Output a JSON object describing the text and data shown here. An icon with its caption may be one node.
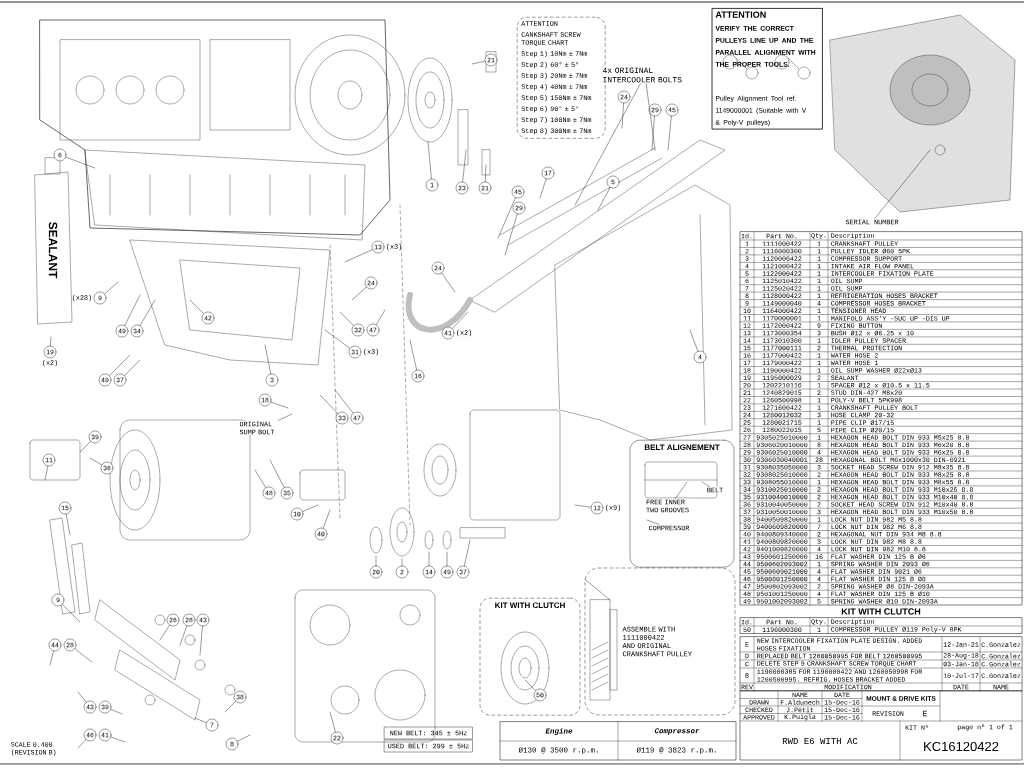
{
  "diagram": {
    "nodes": [
      {
        "text": [
          "ATTENTION",
          "CANKSHAFT SCREW TORQUE CHART",
          "Step 1) 10Nm ± 7Nm",
          "Step 2) 60° ± 5°",
          "Step 3) 20Nm ± 7Nm",
          "Step 4) 40Nm ± 7Nm",
          "Step 5) 150Nm ± 7Nm",
          "Step 6) 90° ± 5°",
          "Step 7) 100Nm ± 7Nm",
          "Step 8) 300Nm ± 7Nm"
        ]
      },
      {
        "text": [
          "4x ORIGINAL INTERCOOLER BOLTS"
        ]
      },
      {
        "text": [
          "ATTENTION",
          "VERIFY THE CORRECT PULLEYS LINE UP AND THE PARALLEL ALIGNMENT WITH THE PROPER TOOLS.",
          "Pulley Alignment Tool ref. 1149000001 (Suitable with V & Poly-V pulleys)"
        ]
      },
      {
        "text": [
          "SERIAL NUMBER"
        ]
      },
      {
        "text": [
          "21"
        ]
      },
      {
        "text": [
          "24"
        ]
      },
      {
        "text": [
          "29"
        ]
      },
      {
        "text": [
          "45"
        ]
      },
      {
        "text": [
          "6"
        ]
      },
      {
        "text": [
          "17"
        ]
      },
      {
        "text": [
          "1"
        ]
      },
      {
        "text": [
          "23"
        ]
      },
      {
        "text": [
          "21"
        ]
      },
      {
        "text": [
          "5"
        ]
      },
      {
        "text": [
          "45"
        ]
      },
      {
        "text": [
          "29"
        ]
      },
      {
        "text": [
          "13"
        ],
        "beside": [
          "(x3)"
        ]
      },
      {
        "text": [
          "9"
        ],
        "beside": [
          "(x28)"
        ]
      },
      {
        "text": [
          "24"
        ]
      },
      {
        "text": [
          "24"
        ]
      },
      {
        "text": [
          "42"
        ]
      },
      {
        "text": [
          "19"
        ],
        "beside": [
          "(x2)"
        ]
      },
      {
        "text": [
          "49"
        ]
      },
      {
        "text": [
          "34"
        ]
      },
      {
        "text": [
          "32"
        ]
      },
      {
        "text": [
          "47"
        ]
      },
      {
        "text": [
          "41"
        ],
        "beside": [
          "(x2)"
        ]
      },
      {
        "text": [
          "31"
        ],
        "beside": [
          "(x3)"
        ]
      },
      {
        "text": [
          "16"
        ]
      },
      {
        "text": [
          "4"
        ]
      },
      {
        "text": [
          "49"
        ]
      },
      {
        "text": [
          "37"
        ]
      },
      {
        "text": [
          "3"
        ]
      },
      {
        "text": [
          "18"
        ]
      },
      {
        "text": [
          "ORIGINAL SUMP BOLT"
        ]
      },
      {
        "text": [
          "33"
        ]
      },
      {
        "text": [
          "47"
        ]
      },
      {
        "text": [
          "39"
        ]
      },
      {
        "text": [
          "11"
        ]
      },
      {
        "text": [
          "36"
        ]
      },
      {
        "text": [
          "48"
        ]
      },
      {
        "text": [
          "35"
        ]
      },
      {
        "text": [
          "15"
        ]
      },
      {
        "text": [
          "10"
        ]
      },
      {
        "text": [
          "BELT ALIGNEMENT"
        ]
      },
      {
        "text": [
          "BELT"
        ],
        "in": 44
      },
      {
        "text": [
          "FREE INNER TWO GROOVES"
        ],
        "in": 44
      },
      {
        "text": [
          "COMPRESSOR"
        ],
        "in": 44
      },
      {
        "text": [
          "12"
        ],
        "beside": [
          "(x9)"
        ]
      },
      {
        "text": [
          "40"
        ]
      },
      {
        "text": [
          "20"
        ]
      },
      {
        "text": [
          "2"
        ]
      },
      {
        "text": [
          "14"
        ]
      },
      {
        "text": [
          "49"
        ]
      },
      {
        "text": [
          "37"
        ]
      },
      {
        "text": [
          "26"
        ]
      },
      {
        "text": [
          "28"
        ]
      },
      {
        "text": [
          "43"
        ]
      },
      {
        "text": [
          "9"
        ]
      },
      {
        "text": [
          "44"
        ]
      },
      {
        "text": [
          "28"
        ]
      },
      {
        "text": [
          "KIT WITH CLUTCH"
        ]
      },
      {
        "text": [
          "50"
        ],
        "in": 61
      },
      {
        "text": [
          "ASSEMBLE WITH 1111000422 AND ORIGINAL CRANKSHAFT PULLEY"
        ]
      },
      {
        "text": [
          "38"
        ]
      },
      {
        "text": [
          "43"
        ]
      },
      {
        "text": [
          "39"
        ]
      },
      {
        "text": [
          "7"
        ]
      },
      {
        "text": [
          "46"
        ]
      },
      {
        "text": [
          "41"
        ]
      },
      {
        "text": [
          "22"
        ]
      },
      {
        "text": [
          "8"
        ]
      }
    ],
    "edges": [
      {
        "from": 1,
        "to": null,
        "arrow": "none"
      },
      {
        "from": 1,
        "to": null,
        "arrow": "none"
      },
      {
        "from": 3,
        "to": null,
        "arrow": "none"
      },
      {
        "from": 4,
        "to": null,
        "arrow": "none"
      },
      {
        "from": 5,
        "to": null,
        "arrow": "none"
      },
      {
        "from": 6,
        "to": null,
        "arrow": "none"
      },
      {
        "from": 7,
        "to": null,
        "arrow": "none"
      },
      {
        "from": 8,
        "to": null,
        "arrow": "none"
      },
      {
        "from": 9,
        "to": null,
        "arrow": "none"
      },
      {
        "from": 10,
        "to": null,
        "arrow": "none"
      },
      {
        "from": 11,
        "to": null,
        "arrow": "none"
      },
      {
        "from": 12,
        "to": null,
        "arrow": "none"
      },
      {
        "from": 13,
        "to": null,
        "arrow": "none"
      },
      {
        "from": 14,
        "to": null,
        "arrow": "none"
      },
      {
        "from": 15,
        "to": null,
        "arrow": "none"
      },
      {
        "from": 16,
        "to": null,
        "arrow": "none"
      },
      {
        "from": 17,
        "to": null,
        "arrow": "none"
      },
      {
        "from": 18,
        "to": null,
        "arrow": "none"
      },
      {
        "from": 19,
        "to": null,
        "arrow": "none"
      },
      {
        "from": 20,
        "to": null,
        "arrow": "none"
      },
      {
        "from": 21,
        "to": null,
        "arrow": "none"
      },
      {
        "from": 22,
        "to": null,
        "arrow": "none"
      },
      {
        "from": 23,
        "to": null,
        "arrow": "none"
      },
      {
        "from": 24,
        "to": null,
        "arrow": "none"
      },
      {
        "from": 25,
        "to": null,
        "arrow": "none"
      },
      {
        "from": 26,
        "to": null,
        "arrow": "none"
      },
      {
        "from": 27,
        "to": null,
        "arrow": "none"
      },
      {
        "from": 28,
        "to": null,
        "arrow": "none"
      },
      {
        "from": 29,
        "to": null,
        "arrow": "none"
      },
      {
        "from": 30,
        "to": null,
        "arrow": "none"
      },
      {
        "from": 31,
        "to": null,
        "arrow": "none"
      },
      {
        "from": 32,
        "to": null,
        "arrow": "none"
      },
      {
        "from": 33,
        "to": null,
        "arrow": "none"
      },
      {
        "from": 34,
        "to": null,
        "arrow": "none"
      },
      {
        "from": 35,
        "to": null,
        "arrow": "none"
      },
      {
        "from": 36,
        "to": null,
        "arrow": "none"
      },
      {
        "from": 37,
        "to": null,
        "arrow": "none"
      },
      {
        "from": 38,
        "to": null,
        "arrow": "none"
      },
      {
        "from": 39,
        "to": null,
        "arrow": "none"
      },
      {
        "from": 40,
        "to": null,
        "arrow": "none"
      },
      {
        "from": 41,
        "to": null,
        "arrow": "none"
      },
      {
        "from": 42,
        "to": null,
        "arrow": "none"
      },
      {
        "from": 43,
        "to": null,
        "arrow": "none"
      },
      {
        "from": 45,
        "to": null,
        "arrow": "none"
      },
      {
        "from": 46,
        "to": null,
        "arrow": "none"
      },
      {
        "from": 47,
        "to": null,
        "arrow": "none"
      },
      {
        "from": 48,
        "to": null,
        "arrow": "none"
      },
      {
        "from": 49,
        "to": null,
        "arrow": "none"
      },
      {
        "from": 50,
        "to": null,
        "arrow": "none"
      },
      {
        "from": 51,
        "to": null,
        "arrow": "none"
      },
      {
        "from": 52,
        "to": null,
        "arrow": "none"
      },
      {
        "from": 53,
        "to": null,
        "arrow": "none"
      },
      {
        "from": 54,
        "to": null,
        "arrow": "none"
      },
      {
        "from": 55,
        "to": null,
        "arrow": "none"
      },
      {
        "from": 56,
        "to": null,
        "arrow": "none"
      },
      {
        "from": 57,
        "to": null,
        "arrow": "none"
      },
      {
        "from": 58,
        "to": null,
        "arrow": "none"
      },
      {
        "from": 59,
        "to": null,
        "arrow": "none"
      },
      {
        "from": 60,
        "to": null,
        "arrow": "none"
      },
      {
        "from": 62,
        "to": null,
        "arrow": "none"
      },
      {
        "from": 63,
        "to": null,
        "arrow": "none"
      },
      {
        "from": 64,
        "to": null,
        "arrow": "none"
      },
      {
        "from": 65,
        "to": null,
        "arrow": "none"
      },
      {
        "from": 66,
        "to": null,
        "arrow": "none"
      },
      {
        "from": 67,
        "to": null,
        "arrow": "none"
      },
      {
        "from": 68,
        "to": null,
        "arrow": "none"
      },
      {
        "from": 69,
        "to": null,
        "arrow": "none"
      },
      {
        "from": 70,
        "to": null,
        "arrow": "none"
      },
      {
        "from": 71,
        "to": null,
        "arrow": "none"
      }
    ],
    "labels": [
      "SEALANT",
      "SCALE 0.400 (REVISION B)",
      "NEW BELT: 345 ± 5Hz",
      "USED BELT: 299 ± 5Hz",
      "Engine",
      "Compressor",
      "Ø130 @ 3500 r.p.m.",
      "Ø119 @ 3823 r.p.m.",
      "Id.",
      "Part No.",
      "Qty.",
      "Description",
      "1",
      "1111000422",
      "1",
      "CRANKSHAFT PULLEY",
      "2",
      "1116000300",
      "1",
      "PULLEY IDLER Ø60 5PK",
      "3",
      "1120000422",
      "1",
      "COMPRESSOR SUPPORT",
      "4",
      "1121000422",
      "1",
      "INTAKE AIR FLOW PANEL",
      "5",
      "1122000422",
      "1",
      "INTERCOOLER FIXATION PLATE",
      "6",
      "1125010422",
      "1",
      "OIL SUMP",
      "7",
      "1125020422",
      "1",
      "OIL SUMP",
      "8",
      "1128000422",
      "1",
      "REFRIGERATION HOSES BRACKET",
      "9",
      "1149000040",
      "4",
      "COMPRESSOR HOSES BRACKET",
      "10",
      "1164000422",
      "1",
      "TENSIONER HEAD",
      "11",
      "1170000001",
      "1",
      "MANIFOLD ASS'Y -SUC UP -DIS UP",
      "12",
      "1172000422",
      "9",
      "FIXING BUTTON",
      "13",
      "1173000354",
      "3",
      "BUSH Ø12 x Ø6.25 x 10",
      "14",
      "1173010300",
      "1",
      "IDLER PULLEY SPACER",
      "15",
      "1177000111",
      "2",
      "THERMAL PROTECTION",
      "16",
      "1177000422",
      "1",
      "WATER HOSE 2",
      "17",
      "1179000422",
      "1",
      "WATER HOSE 1",
      "18",
      "1190000422",
      "1",
      "OIL SUMP WASHER Ø22xØ13",
      "19",
      "1195000029",
      "2",
      "SEALANT",
      "20",
      "1202210116",
      "1",
      "SPACER Ø12 x Ø10.5 x 11.5",
      "21",
      "1240829015",
      "2",
      "STUD DIN-427 M8x20",
      "22",
      "1260500998",
      "1",
      "POLY-V BELT 5PK998",
      "23",
      "1271600422",
      "1",
      "CRANKSHAFT PULLEY BOLT",
      "24",
      "1280012032",
      "3",
      "HOSE CLAMP 20-32",
      "25",
      "1280021715",
      "1",
      "PIPE CLIP Ø17/15",
      "26",
      "1280022015",
      "5",
      "PIPE CLIP Ø20/15",
      "27",
      "9305025010000",
      "1",
      "HEXAGON HEAD BOLT DIN 933 M5x25 8.8",
      "28",
      "9306020010000",
      "8",
      "HEXAGON HEAD BOLT DIN 933 M6x20 8.8",
      "29",
      "9306025010000",
      "4",
      "HEXAGON HEAD BOLT DIN 933 M6x25 8.8",
      "30",
      "9306030040001",
      "28",
      "HEXAGONAL BOLT M6x1000x30 DIN-6921",
      "31",
      "9308035050000",
      "3",
      "SOCKET HEAD SCREW DIN 912 M8x35 8.8",
      "32",
      "9308025010000",
      "2",
      "HEXAGON HEAD BOLT DIN 933 M8x25 8.8",
      "33",
      "9308055010000",
      "1",
      "HEXAGON HEAD BOLT DIN 933 M8x55 8.8",
      "34",
      "9310025010000",
      "2",
      "HEXAGON HEAD BOLT DIN 933 M10x25 8.8",
      "35",
      "9310040010000",
      "2",
      "HEXAGON HEAD BOLT DIN 933 M10x40 8.8",
      "36",
      "9310040050000",
      "2",
      "SOCKET HEAD SCREW DIN 912 M10x40 8.8",
      "37",
      "9310050010000",
      "3",
      "HEXAGON HEAD BOLT DIN 933 M10x50 8.8",
      "38",
      "9400509820000",
      "1",
      "LOCK NUT DIN 982 M5 8.8",
      "39",
      "9400609820000",
      "7",
      "LOCK NUT DIN 982 M6 8.8",
      "40",
      "9400809340000",
      "2",
      "HEXAGONAL NUT DIN 934 M8 8.8",
      "41",
      "9400809820000",
      "3",
      "LOCK NUT DIN 982 M8 8.8",
      "42",
      "9401009820000",
      "4",
      "LOCK NUT DIN 982 M10 8.8",
      "43",
      "9500601250000",
      "16",
      "FLAT WASHER DIN 125 B Ø6",
      "44",
      "9500602093002",
      "1",
      "SPRING WASHER DIN 2093 Ø6",
      "45",
      "9500609021000",
      "4",
      "FLAT WASHER DIN 9021 Ø6",
      "46",
      "9500801250000",
      "4",
      "FLAT WASHER DIN 125 B Ø8",
      "47",
      "9500802093002",
      "2",
      "SPRING WASHER Ø8 DIN-2093A",
      "48",
      "9501001250000",
      "4",
      "FLAT WASHER DIN 125 B Ø10",
      "49",
      "9501002093002",
      "5",
      "SPRING WASHER Ø10 DIN-2093A",
      "KIT WITH CLUTCH",
      "Id.",
      "Part No.",
      "Qty.",
      "Description",
      "50",
      "1196000300",
      "1",
      "COMPRESSOR PULLEY Ø119 Poly-V 8PK",
      "E",
      "NEW INTERCOOLER FIXATION PLATE DESIGN. ADDED HOSES FIXATION",
      "12-Jan-21",
      "C.Gonzalez",
      "D",
      "REPLACED BELT 1260050995 FOR BELT 1260500995",
      "28-Aug-18",
      "C.Gonzalez",
      "C",
      "DELETE STEP 9 CRANKSHAFT SCREW TORQUE CHART",
      "03-Jan-18",
      "C.Gonzalez",
      "B",
      "1190000385 FOR 1190000422 AND 1260050998 FOR 1260500995. REFRIG. HOSES BRACKET ADDED",
      "10-Jul-17",
      "C.Gonzalez",
      "REV",
      "MODIFICATION",
      "DATE",
      "NAME",
      "NAME",
      "DATE",
      "DRAWN",
      "F.Aldunech",
      "15-Dec-16",
      "CHECKED",
      "J.Petit",
      "15-Dec-16",
      "APPROVED",
      "K.Puigla",
      "15-Dec-16",
      "MOUNT & DRIVE KITS",
      "REVISION",
      "E",
      "RWD E6 WITH AC",
      "KIT Nº",
      "page nº 1 of 1",
      "KC16120422"
    ]
  }
}
